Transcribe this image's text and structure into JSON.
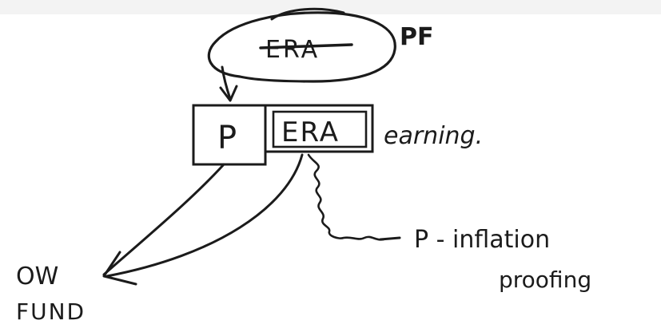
{
  "diagram": {
    "top_note": {
      "struck_label": "ERA",
      "side_label": "PF"
    },
    "boxes": [
      {
        "label": "P"
      },
      {
        "label": "ERA"
      }
    ],
    "box_caption": "earning.",
    "bottom_left": {
      "line1": "OW",
      "line2": "FUND"
    },
    "bottom_right": {
      "line1": "P - inflation",
      "line2": "proofing"
    },
    "ink_color": "#1b1b1b"
  }
}
